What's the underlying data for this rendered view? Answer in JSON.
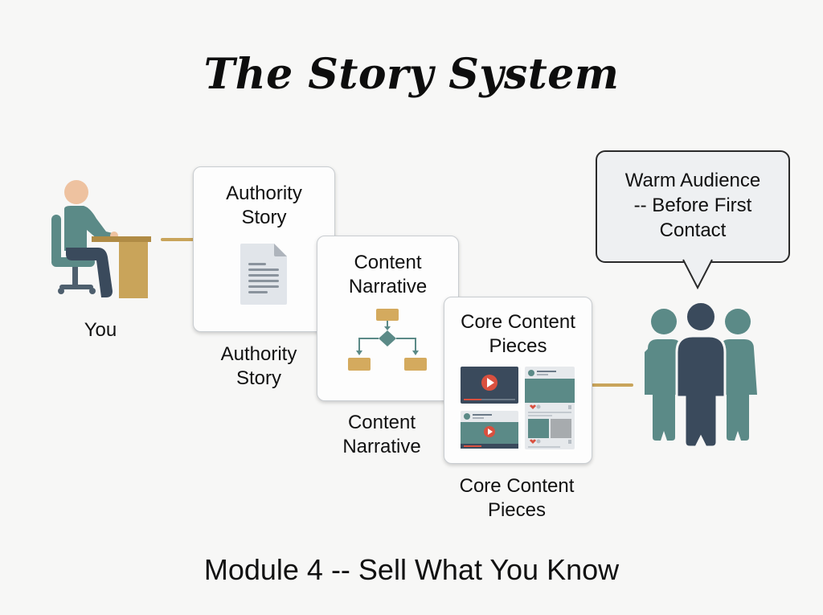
{
  "title": "The Story System",
  "footer": "Module 4 -- Sell What You Know",
  "colors": {
    "connector": "#c9a45a",
    "teal": "#5b8a87",
    "navy": "#3a4a5c",
    "desk": "#c9a45a",
    "skin": "#eec2a0"
  },
  "person": {
    "icon": "person-at-desk-icon",
    "label": "You"
  },
  "cards": [
    {
      "id": "authority-story",
      "title_line1": "Authority",
      "title_line2": "Story",
      "icon": "document-icon",
      "caption_line1": "Authority",
      "caption_line2": "Story"
    },
    {
      "id": "content-narrative",
      "title_line1": "Content",
      "title_line2": "Narrative",
      "icon": "flowchart-icon",
      "caption_line1": "Content",
      "caption_line2": "Narrative"
    },
    {
      "id": "core-content-pieces",
      "title_line1": "Core Content",
      "title_line2": "Pieces",
      "icon": "social-media-posts-icon",
      "caption_line1": "Core Content",
      "caption_line2": "Pieces"
    }
  ],
  "audience": {
    "icon": "group-of-people-icon",
    "bubble_line1": "Warm Audience",
    "bubble_line2": "-- Before First",
    "bubble_line3": "Contact"
  }
}
